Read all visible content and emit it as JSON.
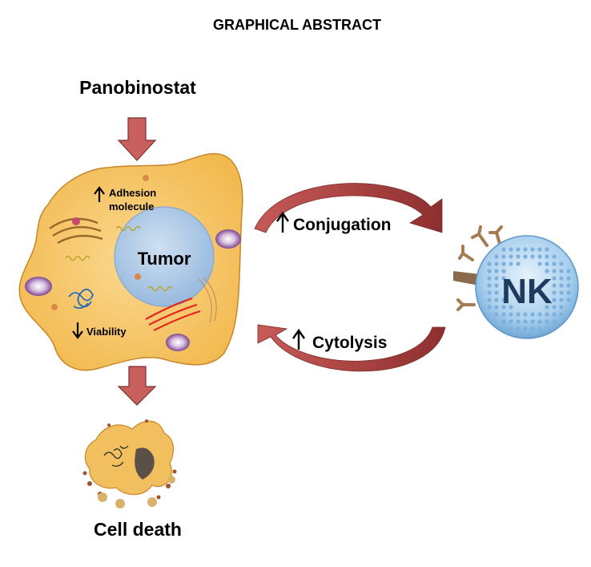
{
  "title": "GRAPHICAL ABSTRACT",
  "drug": "Panobinostat",
  "tumor": {
    "label": "Tumor",
    "adhesion_line1": "Adhesion",
    "adhesion_line2": "molecule",
    "viability": "Viability"
  },
  "nk": {
    "label": "NK"
  },
  "interactions": {
    "conjugation": "Conjugation",
    "cytolysis": "Cytolysis"
  },
  "outcome": "Cell death",
  "colors": {
    "arrow_fill": "#c0504d",
    "arrow_dark": "#8b2d2d",
    "cell_fill": "#f7c46a",
    "nucleus_fill": "#a9c7e6",
    "nk_fill": "#9ec9ea",
    "nk_text": "#1f3a5f",
    "vesicle": "#7b3f8f"
  }
}
